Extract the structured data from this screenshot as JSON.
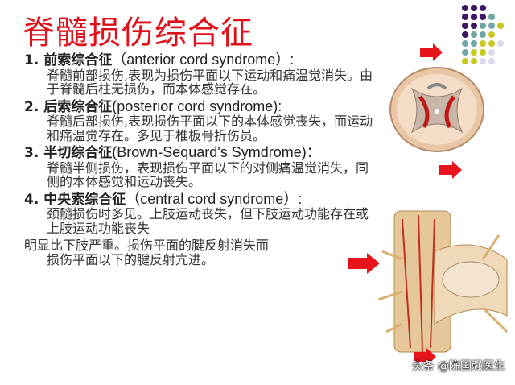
{
  "title": "脊髓损伤综合征",
  "items": [
    {
      "num": "1.",
      "name": "前索综合征",
      "en": "（anterior cord syndrome）:",
      "desc": "脊髓前部损伤,表现为损伤平面以下运动和痛温觉消失。由于脊髓后柱无损伤，而本体感觉存在。"
    },
    {
      "num": "2.",
      "name": "后索综合征",
      "en": "(posterior cord syndrome):",
      "desc": "脊髓后部损伤,表现损伤平面以下的本体感觉丧失，而运动和痛温觉存在。多见于椎板骨折伤员。"
    },
    {
      "num": "3.",
      "name": "半切综合征",
      "en": "(Brown-Sequard's Symdrome)：",
      "desc": "脊髓半侧损伤，表现损伤平面以下的对侧痛温觉消失，同侧的本体感觉和运动丧失。"
    },
    {
      "num": "4.",
      "name": "中央索综合征",
      "en": "（central cord syndrome）:",
      "desc": "颈髓损伤时多见。上肢运动丧失，但下肢运动功能存在或上肢运动功能丧失"
    }
  ],
  "tail": {
    "line1": "明显比下肢严重。损伤平面的腱反射消失而",
    "line2": "损伤平面以下的腱反射亢进。"
  },
  "watermark": "头条 @陈国强医生",
  "colors": {
    "title": "#e0101a",
    "arrow": "#e8141c",
    "purple": "#3d1466",
    "teal": "#6fa6a6",
    "yellow": "#c8c81e",
    "lavender": "#d8d8ee"
  }
}
